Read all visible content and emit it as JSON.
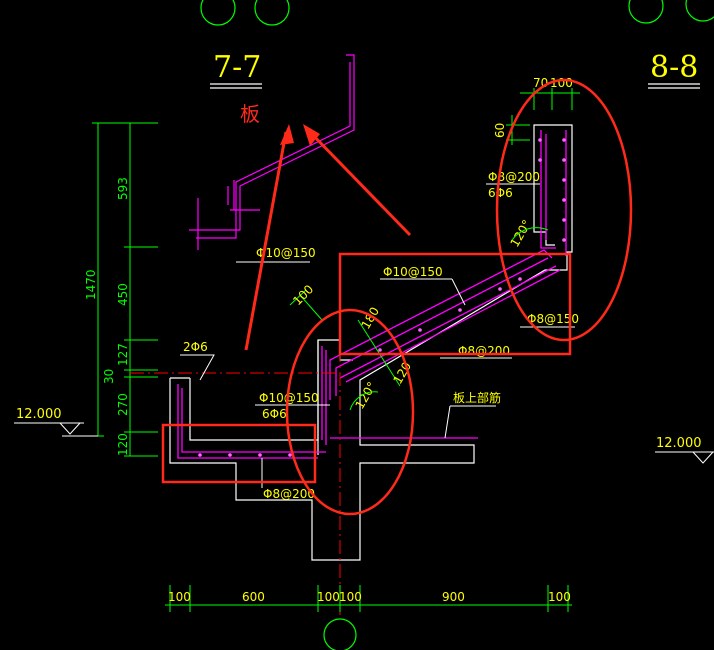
{
  "section_titles": {
    "left": "7-7",
    "right": "8-8"
  },
  "annotation": {
    "text": "板"
  },
  "rebar_labels": {
    "phi10_150_upper": "Φ10@150",
    "phi10_150_slab": "Φ10@150",
    "phi10_150_mid": "Φ10@150",
    "six_phi6_mid": "6Φ6",
    "phi8_200_right": "Φ8@200",
    "six_phi6_right": "6Φ6",
    "phi8_200_stair": "Φ8@200",
    "phi8_150_right": "Φ8@150",
    "phi8_200_bottom": "Φ8@200",
    "two_phi6": "2Φ6",
    "slab_top_rebar": "板上部筋"
  },
  "dimensions": {
    "vertical_total": "1470",
    "vertical_segments": [
      "593",
      "450",
      "127",
      "30",
      "270",
      "120"
    ],
    "horizontal_bottom": [
      "100",
      "600",
      "100",
      "100",
      "900",
      "100"
    ],
    "top_right": "70",
    "top_right_2": "100",
    "right_60": "60",
    "diag_100_a": "100",
    "diag_180": "180",
    "diag_120": "120",
    "angle_120_a": "120°",
    "angle_120_b": "120°"
  },
  "elevations": {
    "left": "12.000",
    "right": "12.000"
  },
  "colors": {
    "background": "#000000",
    "dimension": "#00ff00",
    "text": "#ffff00",
    "rebar": "#ff00ff",
    "outline": "#ffffff",
    "markup": "#ff2a1a",
    "centerline": "#ff0000"
  }
}
